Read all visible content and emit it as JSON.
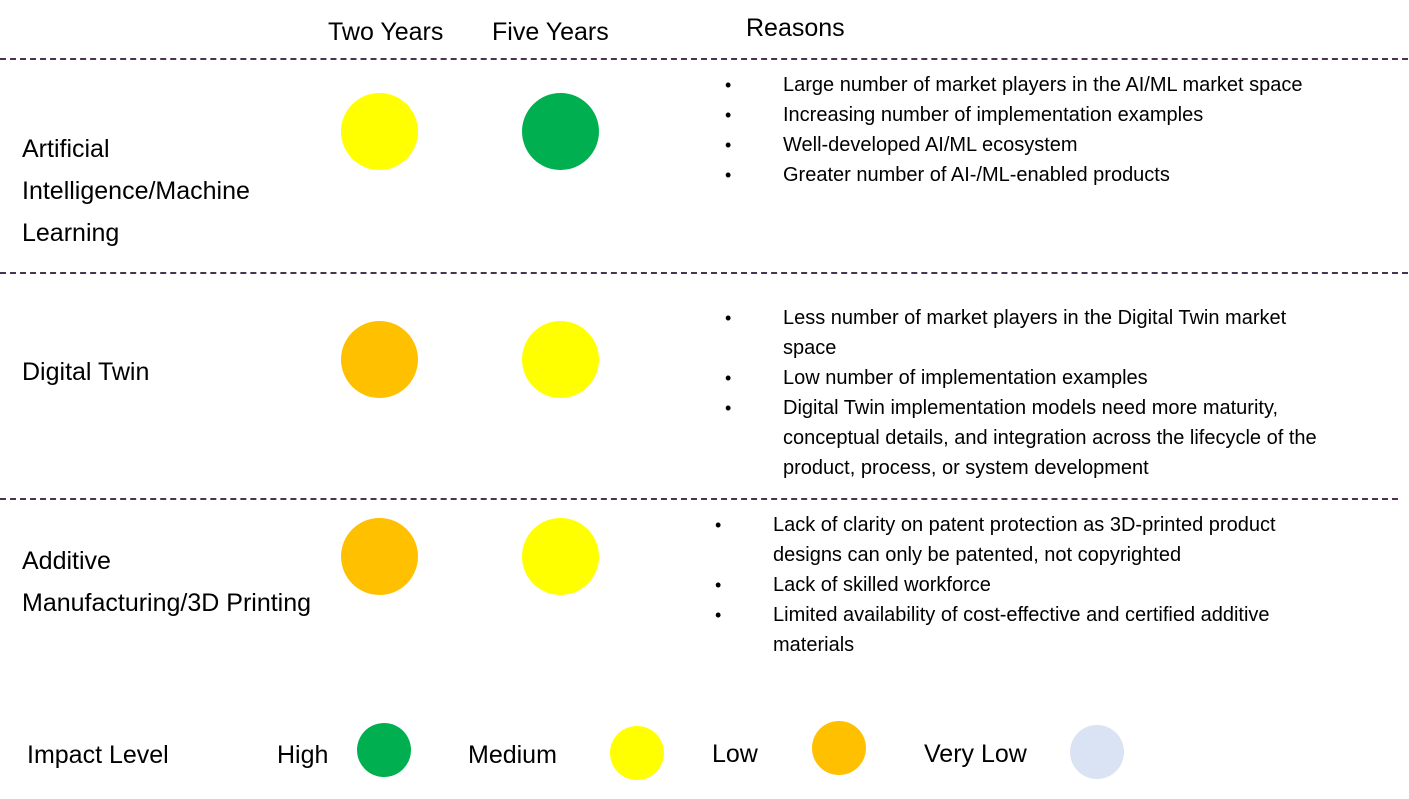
{
  "headers": {
    "two_years": "Two Years",
    "five_years": "Five Years",
    "reasons": "Reasons"
  },
  "levels": {
    "high": {
      "label": "High",
      "color": "#00b050"
    },
    "medium": {
      "label": "Medium",
      "color": "#ffff00"
    },
    "low": {
      "label": "Low",
      "color": "#ffc000"
    },
    "very_low": {
      "label": "Very Low",
      "color": "#dae3f3"
    }
  },
  "rows": [
    {
      "technology": "Artificial Intelligence/Machine Learning",
      "two_years": "medium",
      "five_years": "high",
      "reasons": [
        "Large number of market players in the AI/ML market space",
        "Increasing number of implementation examples",
        "Well-developed AI/ML ecosystem",
        "Greater number of AI-/ML-enabled products"
      ]
    },
    {
      "technology": "Digital Twin",
      "two_years": "low",
      "five_years": "medium",
      "reasons": [
        "Less number of market players in the Digital Twin market space",
        "Low number of implementation examples",
        "Digital Twin implementation models need more maturity, conceptual details, and integration across the lifecycle of the product, process, or system development"
      ]
    },
    {
      "technology": "Additive Manufacturing/3D Printing",
      "two_years": "low",
      "five_years": "medium",
      "reasons": [
        "Lack of clarity on patent protection as 3D-printed product designs can only be patented, not copyrighted",
        "Lack of skilled workforce",
        "Limited availability of cost-effective and certified additive materials"
      ]
    }
  ],
  "legend": {
    "title": "Impact Level",
    "bullet": "•"
  }
}
